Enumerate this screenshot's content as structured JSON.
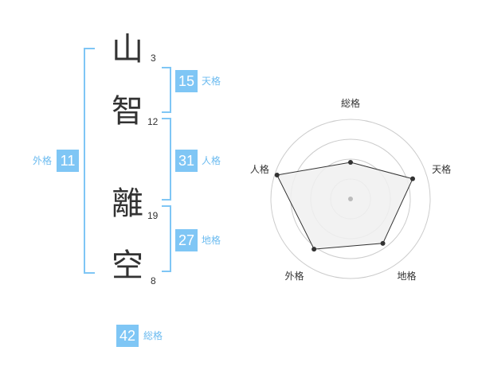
{
  "name_chars": [
    {
      "char": "山",
      "strokes": "3"
    },
    {
      "char": "智",
      "strokes": "12"
    },
    {
      "char": "離",
      "strokes": "19"
    },
    {
      "char": "空",
      "strokes": "8"
    }
  ],
  "fortune": {
    "tenkaku": {
      "value": "15",
      "label": "天格"
    },
    "jinkaku": {
      "value": "31",
      "label": "人格"
    },
    "chikaku": {
      "value": "27",
      "label": "地格"
    },
    "gaikaku": {
      "value": "11",
      "label": "外格"
    },
    "soukaku": {
      "value": "42",
      "label": "総格"
    }
  },
  "chart_data": {
    "type": "radar",
    "axes": [
      "総格",
      "天格",
      "地格",
      "外格",
      "人格"
    ],
    "values": [
      0.46,
      0.82,
      0.69,
      0.78,
      0.97
    ],
    "rings": 4,
    "colors": {
      "fill": "#f0f0f0",
      "line": "#333333",
      "ring": "#cccccc",
      "center": "#bbbbbb"
    }
  }
}
